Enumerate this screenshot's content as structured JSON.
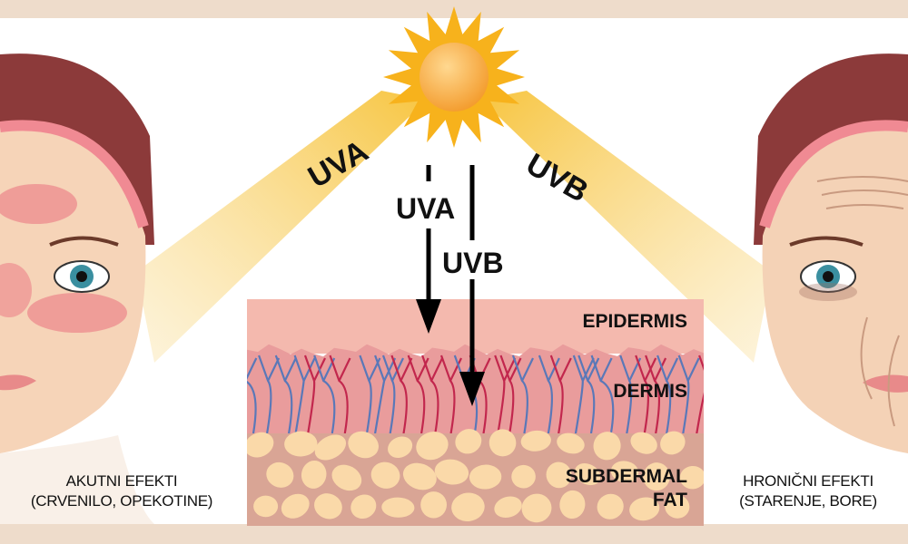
{
  "beams": {
    "left": "UVA",
    "right": "UVB"
  },
  "arrows": {
    "uva": "UVA",
    "uvb": "UVB"
  },
  "layers": {
    "epidermis": "EPIDERMIS",
    "dermis": "DERMIS",
    "fat_line1": "SUBDERMAL",
    "fat_line2": "FAT"
  },
  "captions": {
    "left_line1": "AKUTNI EFEKTI",
    "left_line2": "(CRVENILO, OPEKOTINE)",
    "right_line1": "HRONIČNI EFEKTI",
    "right_line2": "(STARENJE, BORE)"
  },
  "colors": {
    "sun": "#f7b21c",
    "beam": "#f8d26a",
    "epidermis": "#f4b9ae",
    "dermis": "#e99c9c",
    "fat_bg": "#d9a595",
    "fat_cell": "#fad9a9",
    "artery": "#c2274d",
    "vein": "#5a78b8",
    "band": "#eedccb"
  }
}
